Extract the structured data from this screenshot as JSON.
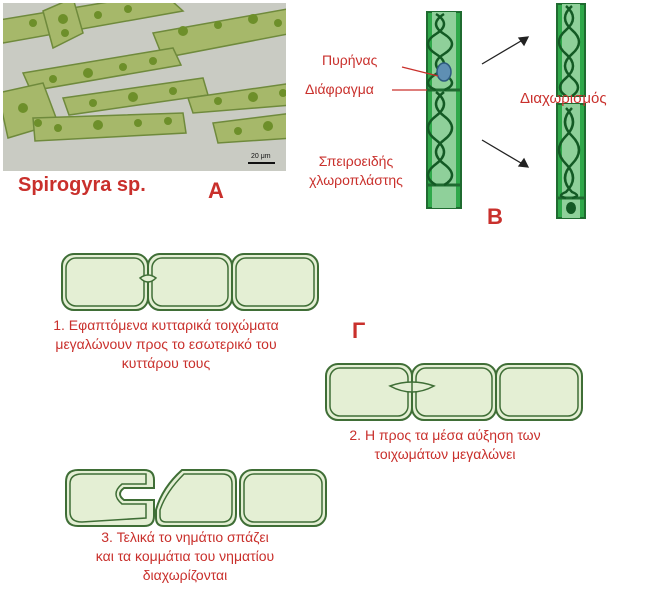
{
  "panel_a": {
    "species": "Spirogyra sp.",
    "letter": "A",
    "scale_bar": "20 μm"
  },
  "panel_b": {
    "letter": "B",
    "labels": {
      "nucleus": "Πυρήνας",
      "septum": "Διάφραγμα",
      "chloroplast": "Σπειροειδής\nχλωροπλάστης",
      "separation": "Διαχωρισμός"
    }
  },
  "panel_c": {
    "letter": "Γ",
    "steps": [
      "1. Εφαπτόμενα κυτταρικά τοιχώματα\nμεγαλώνουν προς το εσωτερικό του\nκυττάρου τους",
      "2. Η προς τα μέσα αύξηση των\nτοιχωμάτων μεγαλώνει",
      "3. Τελικά το νημάτιο σπάζει\nκαι τα κομμάτια του νηματίου\nδιαχωρίζονται"
    ]
  },
  "colors": {
    "label_red": "#c9302c",
    "cell_fill": "#e4efd4",
    "cell_stroke": "#3f6e36",
    "filament_green": "#2fa84a"
  }
}
